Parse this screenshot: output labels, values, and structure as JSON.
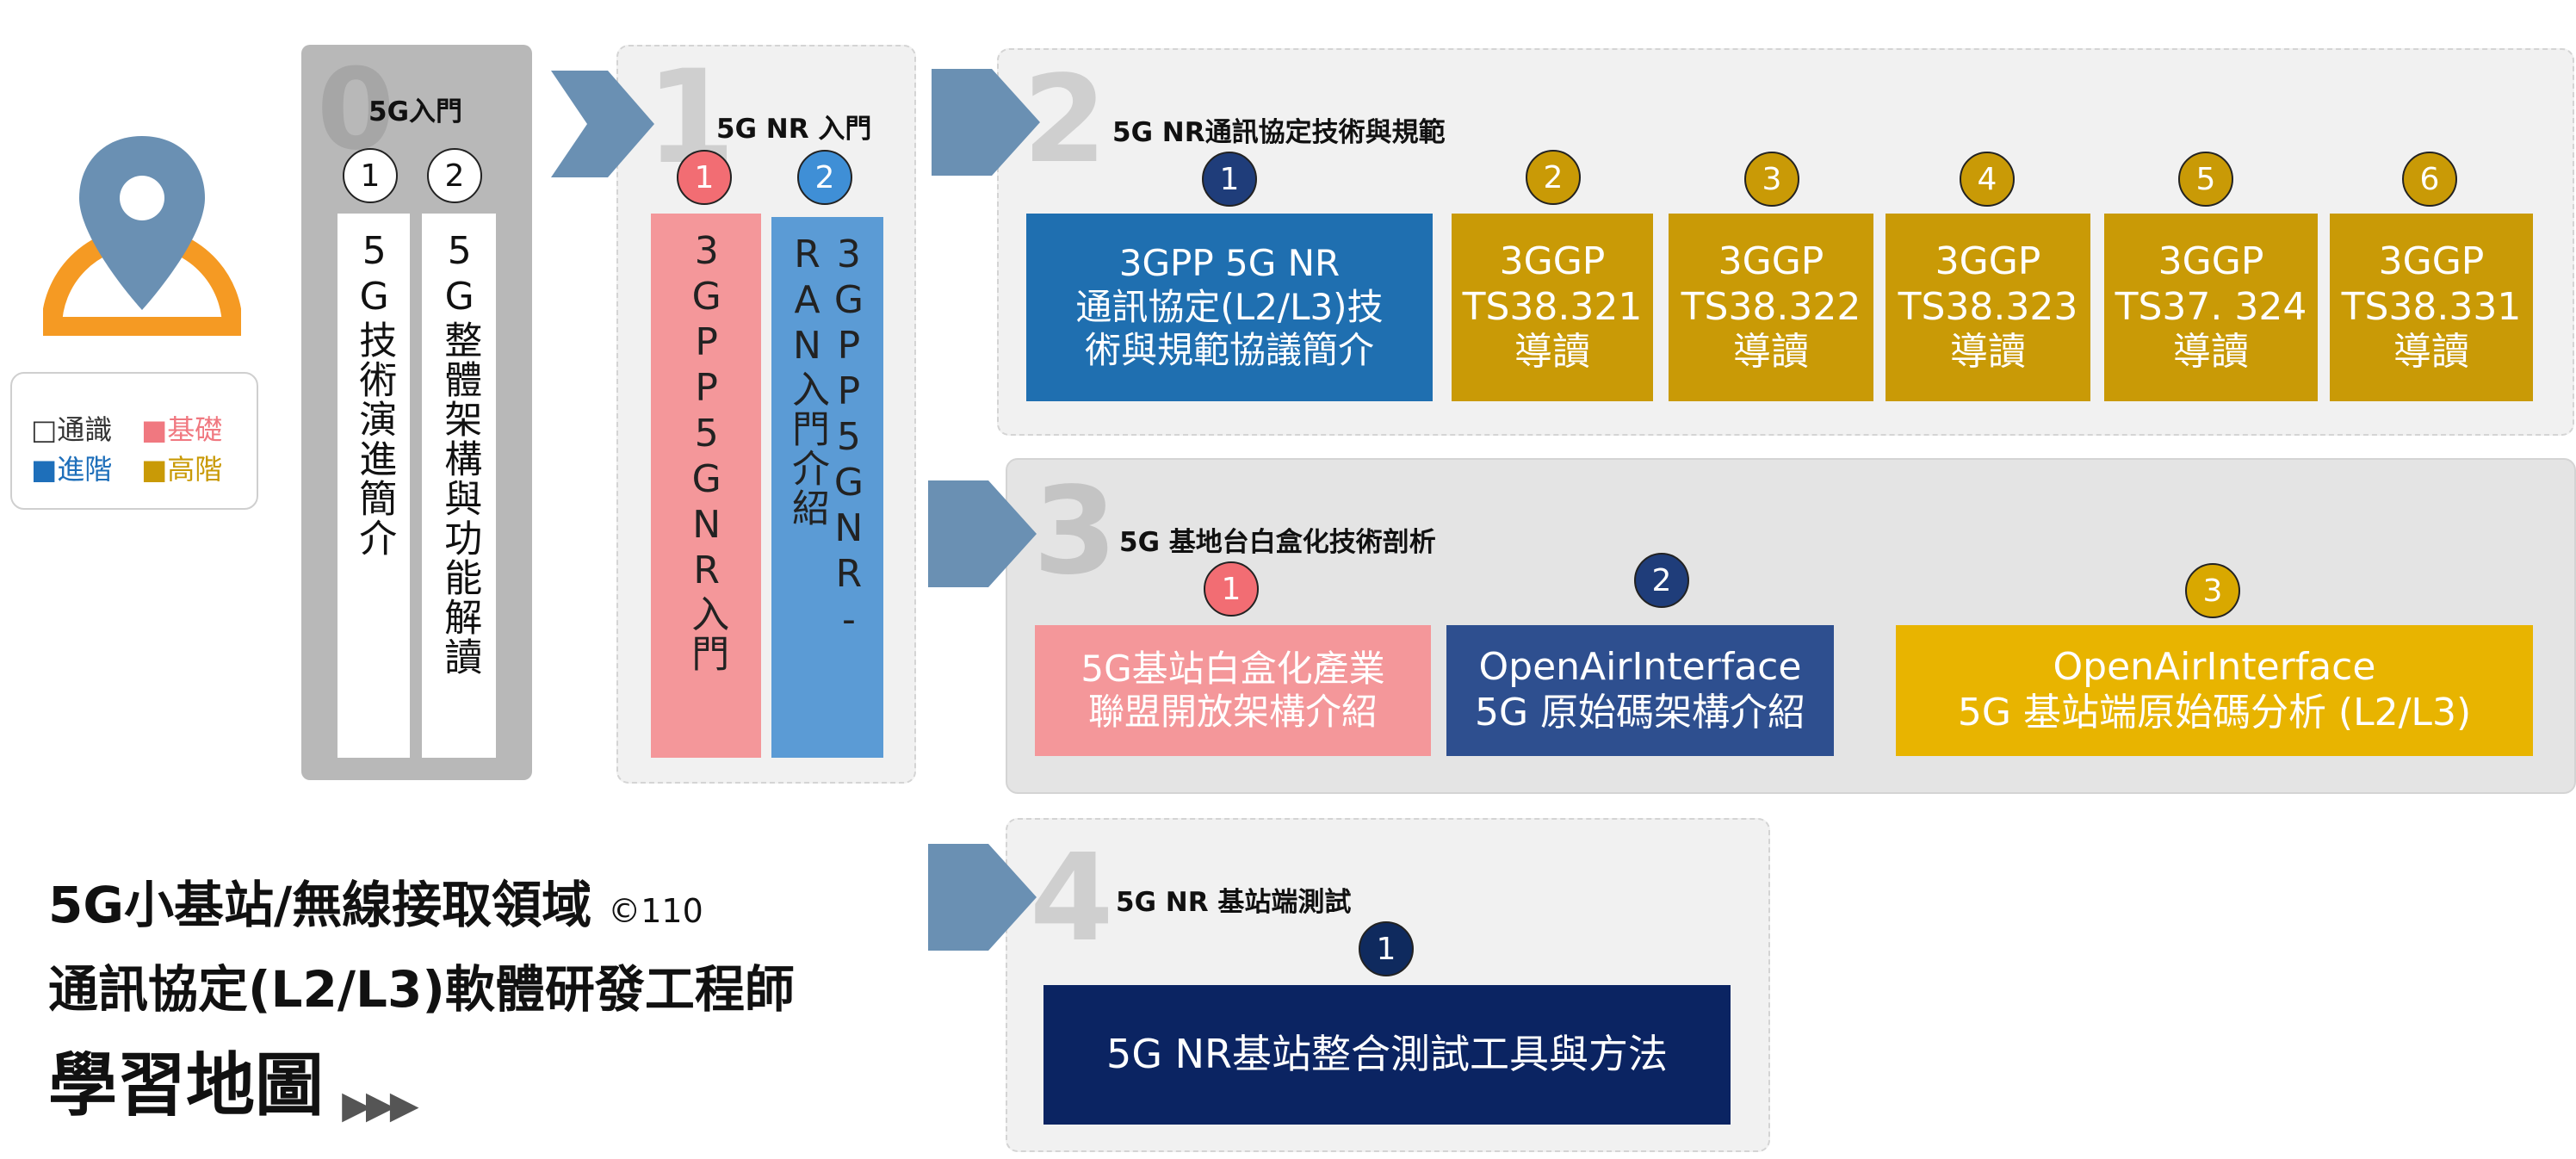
{
  "legend": {
    "items": [
      {
        "icon": "□",
        "label": "通識",
        "color": "#333333"
      },
      {
        "icon": "■",
        "label": "基礎",
        "color": "#f07880"
      },
      {
        "icon": "■",
        "label": "進階",
        "color": "#1e6fba"
      },
      {
        "icon": "■",
        "label": "高階",
        "color": "#c99a06"
      }
    ]
  },
  "sections": {
    "s0": {
      "number": "0",
      "title": "5G入門",
      "items": [
        {
          "num": "1",
          "text": "5G技術演進簡介"
        },
        {
          "num": "2",
          "text": "5G整體架構與功能解讀"
        }
      ]
    },
    "s1": {
      "number": "1",
      "title": "5G NR 入門",
      "items": [
        {
          "num": "1",
          "text": "3GPP5GNR入門"
        },
        {
          "num": "2",
          "text": "3GPP5GNR-RAN入門介紹"
        }
      ]
    },
    "s2": {
      "number": "2",
      "title": "5G NR通訊協定技術與規範",
      "items": [
        {
          "num": "1",
          "text": "3GPP 5G NR\n通訊協定(L2/L3)技\n術與規範協議簡介"
        },
        {
          "num": "2",
          "text": "3GGP\nTS38.321\n導讀"
        },
        {
          "num": "3",
          "text": "3GGP\nTS38.322\n導讀"
        },
        {
          "num": "4",
          "text": "3GGP\nTS38.323\n導讀"
        },
        {
          "num": "5",
          "text": "3GGP\nTS37. 324\n導讀"
        },
        {
          "num": "6",
          "text": "3GGP\nTS38.331\n導讀"
        }
      ]
    },
    "s3": {
      "number": "3",
      "title": "5G 基地台白盒化技術剖析",
      "items": [
        {
          "num": "1",
          "text": "5G基站白盒化產業\n聯盟開放架構介紹"
        },
        {
          "num": "2",
          "text": "OpenAirInterface\n5G 原始碼架構介紹"
        },
        {
          "num": "3",
          "text": "OpenAirInterface\n5G 基站端原始碼分析 (L2/L3)"
        }
      ]
    },
    "s4": {
      "number": "4",
      "title": "5G NR 基站端測試",
      "items": [
        {
          "num": "1",
          "text": "5G NR基站整合測試工具與方法"
        }
      ]
    }
  },
  "footer": {
    "line1": "5G小基站/無線接取領域",
    "copyright": "©110",
    "line2": "通訊協定(L2/L3)軟體研發工程師",
    "line3": "學習地圖",
    "arrows": "▶▶▶"
  },
  "icons": {
    "pin": "map-pin-icon",
    "arrow": "chevron-arrow-icon"
  },
  "colors": {
    "pin": "#6a90b3",
    "pin_base": "#f59a23",
    "arrow": "#6a90b3",
    "pink": "#f4979a",
    "light_blue": "#5b9bd5",
    "blue": "#1f6fb0",
    "gold": "#c99a06",
    "gold_bright": "#e8b400",
    "navy": "#2e4f8f",
    "dark_navy": "#0b2462"
  }
}
